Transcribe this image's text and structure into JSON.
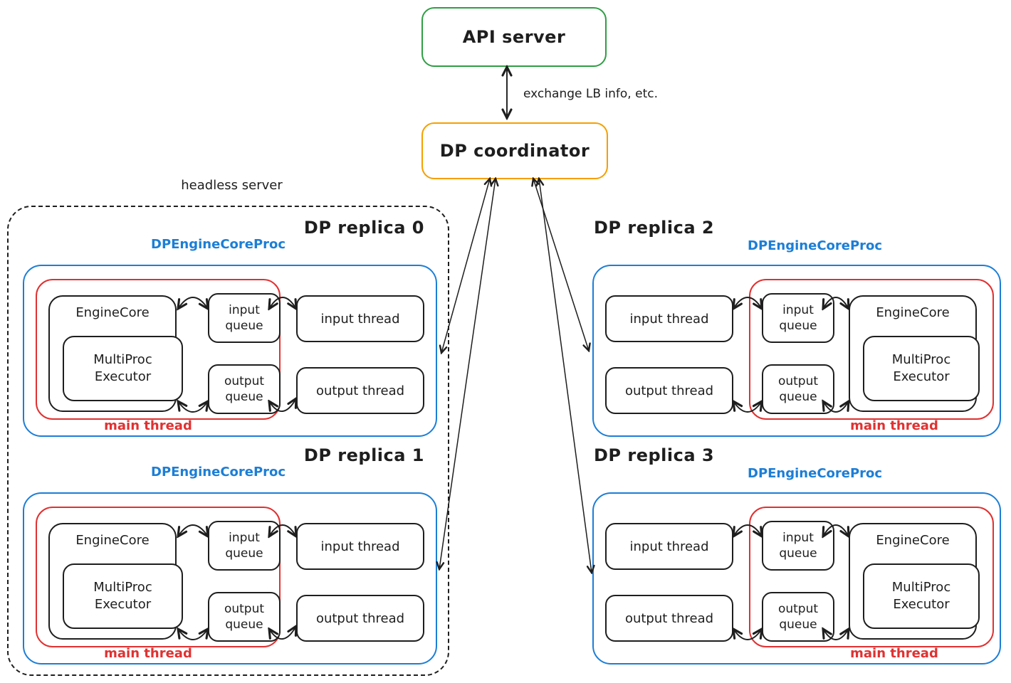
{
  "colors": {
    "green": "#2f9e44",
    "orange": "#f59f00",
    "blue": "#1c7ed6",
    "red": "#e03131",
    "ink": "#1e1e1e"
  },
  "top": {
    "api_server": "API server",
    "coordinator": "DP coordinator",
    "exchange_note": "exchange LB info, etc."
  },
  "headless_server_label": "headless server",
  "replicas": [
    {
      "title": "DP replica 0",
      "proc_label": "DPEngineCoreProc",
      "engine_core": "EngineCore",
      "executor": "MultiProc Executor",
      "input_queue": "input queue",
      "output_queue": "output queue",
      "input_thread": "input thread",
      "output_thread": "output thread",
      "main_thread": "main thread",
      "orientation": "left"
    },
    {
      "title": "DP replica 1",
      "proc_label": "DPEngineCoreProc",
      "engine_core": "EngineCore",
      "executor": "MultiProc Executor",
      "input_queue": "input queue",
      "output_queue": "output queue",
      "input_thread": "input thread",
      "output_thread": "output thread",
      "main_thread": "main thread",
      "orientation": "left"
    },
    {
      "title": "DP replica 2",
      "proc_label": "DPEngineCoreProc",
      "engine_core": "EngineCore",
      "executor": "MultiProc Executor",
      "input_queue": "input queue",
      "output_queue": "output queue",
      "input_thread": "input thread",
      "output_thread": "output thread",
      "main_thread": "main thread",
      "orientation": "right"
    },
    {
      "title": "DP replica 3",
      "proc_label": "DPEngineCoreProc",
      "engine_core": "EngineCore",
      "executor": "MultiProc Executor",
      "input_queue": "input queue",
      "output_queue": "output queue",
      "input_thread": "input thread",
      "output_thread": "output thread",
      "main_thread": "main thread",
      "orientation": "right"
    }
  ]
}
